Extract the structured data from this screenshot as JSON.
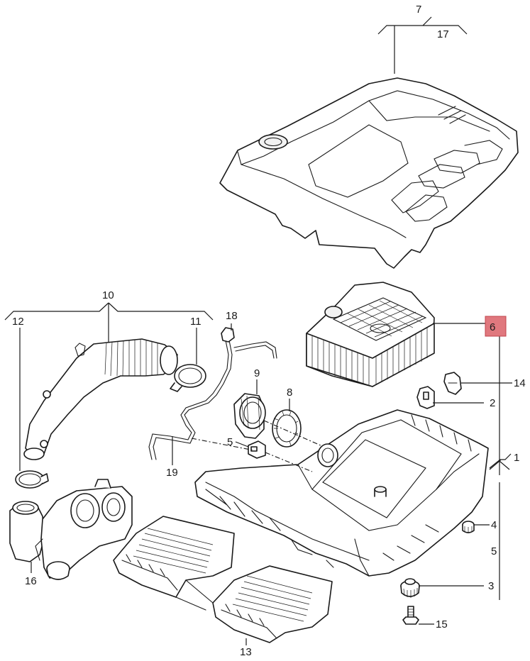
{
  "diagram": {
    "highlight_color": "#e0787e",
    "labels": {
      "p1": "1",
      "p2": "2",
      "p3": "3",
      "p4": "4",
      "p5": "5",
      "p6": "6",
      "p7": "7",
      "p8": "8",
      "p9": "9",
      "p10": "10",
      "p11": "11",
      "p12": "12",
      "p13": "13",
      "p14": "14",
      "p15": "15",
      "p16": "16",
      "p17": "17",
      "p18": "18",
      "p19": "19"
    }
  }
}
